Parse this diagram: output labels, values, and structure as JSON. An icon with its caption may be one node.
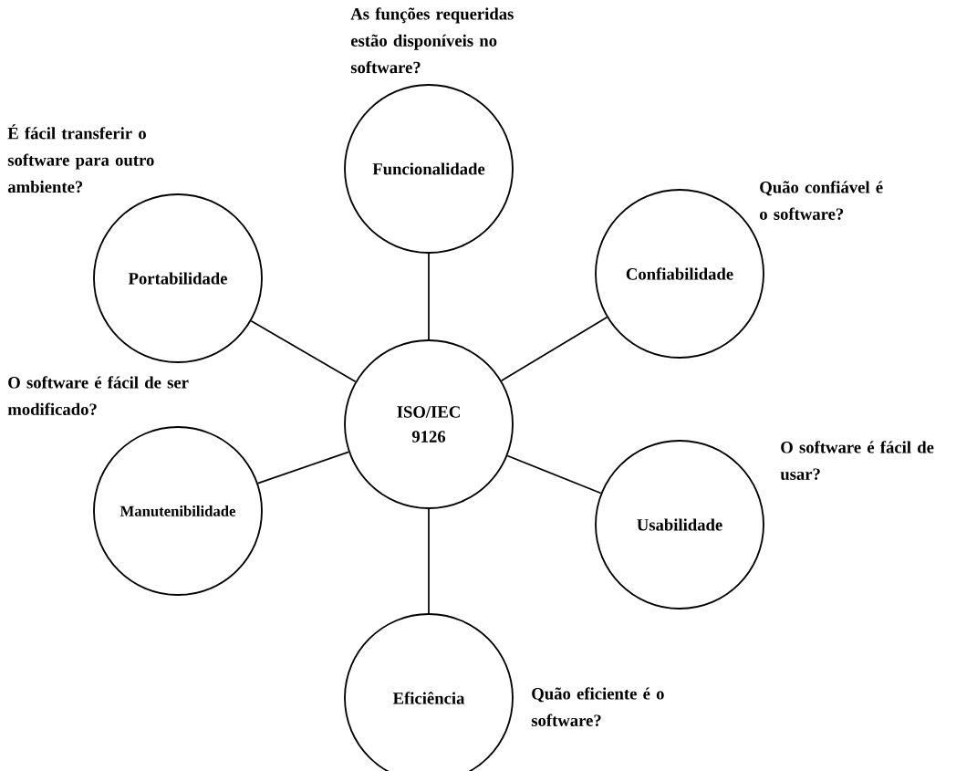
{
  "diagram": {
    "nodes": [
      {
        "text": [
          "ISO/IEC 9126"
        ]
      },
      {
        "text": [
          "Funcionalidade"
        ],
        "beside": [
          "As funções requeridas estão disponíveis no software?"
        ]
      },
      {
        "text": [
          "Confiabilidade"
        ],
        "beside": [
          "Quão confiável é o software?"
        ]
      },
      {
        "text": [
          "Usabilidade"
        ],
        "beside": [
          "O software é fácil de usar?"
        ]
      },
      {
        "text": [
          "Eficiência"
        ],
        "beside": [
          "Quão eficiente é o software?"
        ]
      },
      {
        "text": [
          "Manutenibilidade"
        ],
        "beside": [
          "O software é fácil de ser modificado?"
        ]
      },
      {
        "text": [
          "Portabilidade"
        ],
        "beside": [
          "É fácil transferir o software para outro ambiente?"
        ]
      }
    ],
    "edges": [
      {
        "from": 0,
        "to": 1,
        "arrow": "none"
      },
      {
        "from": 0,
        "to": 2,
        "arrow": "none"
      },
      {
        "from": 0,
        "to": 3,
        "arrow": "none"
      },
      {
        "from": 0,
        "to": 4,
        "arrow": "none"
      },
      {
        "from": 0,
        "to": 5,
        "arrow": "none"
      },
      {
        "from": 0,
        "to": 6,
        "arrow": "none"
      }
    ]
  }
}
